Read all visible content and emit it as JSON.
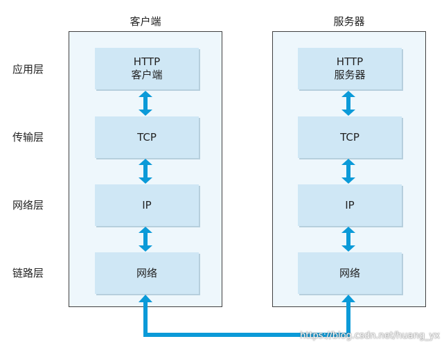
{
  "columns": {
    "client": {
      "title": "客户端"
    },
    "server": {
      "title": "服务器"
    }
  },
  "rows": [
    {
      "label": "应用层"
    },
    {
      "label": "传输层"
    },
    {
      "label": "网络层"
    },
    {
      "label": "链路层"
    }
  ],
  "client_layers": [
    {
      "line1": "HTTP",
      "line2": "客户端"
    },
    {
      "line1": "TCP",
      "line2": ""
    },
    {
      "line1": "IP",
      "line2": ""
    },
    {
      "line1": "网络",
      "line2": ""
    }
  ],
  "server_layers": [
    {
      "line1": "HTTP",
      "line2": "服务器"
    },
    {
      "line1": "TCP",
      "line2": ""
    },
    {
      "line1": "IP",
      "line2": ""
    },
    {
      "line1": "网络",
      "line2": ""
    }
  ],
  "colors": {
    "panel_fill": "#eef7fc",
    "layer_fill": "#cfe7f5",
    "connector": "#0b9ad8",
    "border": "#3f3f3f"
  },
  "watermark": {
    "text": "https://blog.csdn.net/huang_yx"
  }
}
